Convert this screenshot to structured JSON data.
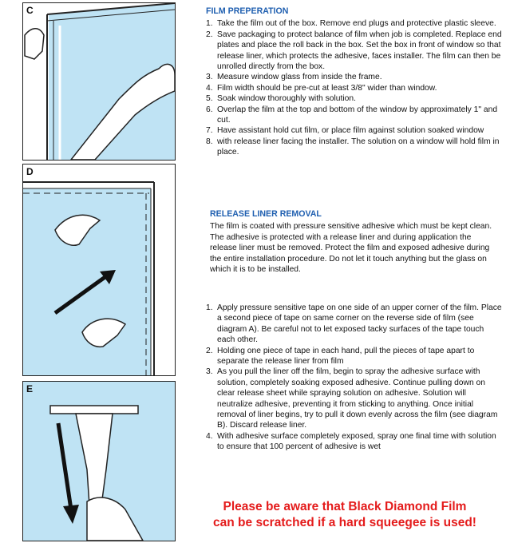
{
  "panels": [
    {
      "label": "C"
    },
    {
      "label": "D"
    },
    {
      "label": "E"
    }
  ],
  "film_prep": {
    "heading": "FILM PREPERATION",
    "steps": [
      {
        "n": "1.",
        "text": "Take the film out of the box. Remove end plugs and protective plastic sleeve."
      },
      {
        "n": "2.",
        "text": "Save packaging to protect balance of film when job is completed. Replace end plates and place the roll back in the box. Set the box in front of window so that release liner, which protects the adhesive, faces installer. The film can then be unrolled directly from the box."
      },
      {
        "n": "3.",
        "text": "Measure window glass from inside the frame."
      },
      {
        "n": "4.",
        "text": "Film width should be pre-cut at least 3/8\" wider than window."
      },
      {
        "n": "5.",
        "text": "Soak window thoroughly with solution."
      },
      {
        "n": "6.",
        "text": "Overlap the film at the top and bottom of the window by approximately 1\" and cut."
      },
      {
        "n": "7.",
        "text": "Have assistant hold cut film, or place film against solution soaked window"
      },
      {
        "n": "8.",
        "text": "with release liner facing the installer. The solution on a window will hold film in place."
      }
    ]
  },
  "release": {
    "heading": "RELEASE LINER REMOVAL",
    "intro": "The film is coated with pressure sensitive adhesive which must be kept clean. The adhesive is protected with a release liner and during application the release liner must be removed. Protect the film and exposed adhesive during the entire installation procedure. Do not let it touch anything but the glass on which it is to be installed.",
    "steps": [
      {
        "n": "1.",
        "text": "Apply pressure sensitive tape on one side of an upper corner of the film. Place a second piece of tape on same corner on the reverse side of film (see diagram A). Be careful not to let exposed tacky surfaces of the tape touch each other."
      },
      {
        "n": "2.",
        "text": "Holding one piece of tape in each hand, pull the pieces of tape apart to separate the release liner from film"
      },
      {
        "n": "3.",
        "text": "As you pull the liner off the film, begin to spray the adhesive surface with solution, completely soaking exposed adhesive. Continue pulling down on clear release sheet while spraying solution on adhesive. Solution will neutralize adhesive, preventing it from sticking to anything. Once initial removal of liner begins, try to pull it down evenly across the film (see diagram B). Discard release liner."
      },
      {
        "n": "4.",
        "text": "With adhesive surface completely exposed, spray one final time with solution to ensure that 100 percent of adhesive is wet"
      }
    ]
  },
  "warning": {
    "line1": "Please be aware that Black Diamond Film",
    "line2": "can be scratched if a hard squeegee is used!"
  },
  "colors": {
    "heading": "#1f5fb0",
    "warning": "#e41b1b",
    "glass": "#bfe3f4"
  }
}
